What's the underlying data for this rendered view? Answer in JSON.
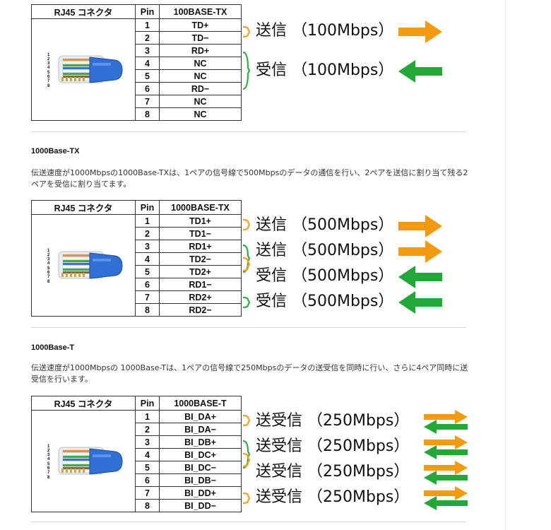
{
  "colors": {
    "send_arrow": "#f39a11",
    "recv_arrow": "#22a839",
    "bracket_orange": "#f7a020",
    "bracket_green": "#2fae45"
  },
  "fig1": {
    "headers": [
      "RJ45 コネクタ",
      "Pin",
      "100BASE-TX"
    ],
    "plug_pins": [
      "1",
      "2",
      "3",
      "4",
      "5",
      "6",
      "7",
      "8"
    ],
    "rows": [
      [
        "1",
        "TD+"
      ],
      [
        "2",
        "TD−"
      ],
      [
        "3",
        "RD+"
      ],
      [
        "4",
        "NC"
      ],
      [
        "5",
        "NC"
      ],
      [
        "6",
        "RD−"
      ],
      [
        "7",
        "NC"
      ],
      [
        "8",
        "NC"
      ]
    ],
    "dirs": [
      {
        "label": "送信 （100Mbps）",
        "arrow": "right-arrow"
      },
      {
        "label": "受信 （100Mbps）",
        "arrow": "left-arrow"
      }
    ]
  },
  "sec2": {
    "title": "1000Base-TX",
    "text": "伝送速度が1000Mbpsの1000Base-TXは、1ペアの信号線で500Mbpsのデータの通信を行い、2ペアを送信に割り当て残る2ペアを受信に割り当てます。"
  },
  "fig2": {
    "headers": [
      "RJ45 コネクタ",
      "Pin",
      "1000BASE-TX"
    ],
    "plug_pins": [
      "1",
      "2",
      "3",
      "4",
      "5",
      "6",
      "7",
      "8"
    ],
    "rows": [
      [
        "1",
        "TD1+"
      ],
      [
        "2",
        "TD1−"
      ],
      [
        "3",
        "RD1+"
      ],
      [
        "4",
        "TD2−"
      ],
      [
        "5",
        "TD2+"
      ],
      [
        "6",
        "RD1−"
      ],
      [
        "7",
        "RD2+"
      ],
      [
        "8",
        "RD2−"
      ]
    ],
    "dirs": [
      {
        "label": "送信 （500Mbps）",
        "arrow": "right-arrow"
      },
      {
        "label": "送信 （500Mbps）",
        "arrow": "right-arrow"
      },
      {
        "label": "受信 （500Mbps）",
        "arrow": "left-arrow"
      },
      {
        "label": "受信 （500Mbps）",
        "arrow": "left-arrow"
      }
    ]
  },
  "sec3": {
    "title": "1000Base-T",
    "text": "伝送速度が1000Mbpsの 1000Base-Tは、1ペアの信号線で250Mbpsのデータの送受信を同時に行い、さらに4ペア同時に送受信を行います。"
  },
  "fig3": {
    "headers": [
      "RJ45 コネクタ",
      "Pin",
      "1000BASE-T"
    ],
    "plug_pins": [
      "1",
      "2",
      "3",
      "4",
      "5",
      "6",
      "7",
      "8"
    ],
    "rows": [
      [
        "1",
        "BI_DA+"
      ],
      [
        "2",
        "BI_DA−"
      ],
      [
        "3",
        "BI_DB+"
      ],
      [
        "4",
        "BI_DC+"
      ],
      [
        "5",
        "BI_DC−"
      ],
      [
        "6",
        "BI_DB−"
      ],
      [
        "7",
        "BI_DD+"
      ],
      [
        "8",
        "BI_DD−"
      ]
    ],
    "dirs": [
      {
        "label": "送受信 （250Mbps）",
        "arrow": "bidirectional-arrow"
      },
      {
        "label": "送受信 （250Mbps）",
        "arrow": "bidirectional-arrow"
      },
      {
        "label": "送受信 （250Mbps）",
        "arrow": "bidirectional-arrow"
      },
      {
        "label": "送受信 （250Mbps）",
        "arrow": "bidirectional-arrow"
      }
    ]
  }
}
